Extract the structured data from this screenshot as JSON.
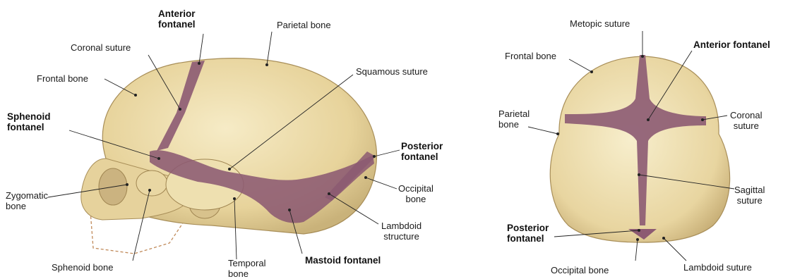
{
  "colors": {
    "bone": "#ead8a4",
    "bone_shadow": "#c9b27a",
    "fontanel": "#8c5a72",
    "leader": "#222222"
  },
  "side_view": {
    "anterior_fontanel": "Anterior\nfontanel",
    "parietal_bone": "Parietal bone",
    "coronal_suture": "Coronal suture",
    "frontal_bone": "Frontal bone",
    "squamous_suture": "Squamous suture",
    "sphenoid_fontanel": "Sphenoid\nfontanel",
    "posterior_fontanel": "Posterior\nfontanel",
    "zygomatic_bone": "Zygomatic\nbone",
    "occipital_bone": "Occipital\nbone",
    "lambdoid_structure": "Lambdoid\nstructure",
    "sphenoid_bone": "Sphenoid bone",
    "temporal_bone": "Temporal\nbone",
    "mastoid_fontanel": "Mastoid fontanel"
  },
  "top_view": {
    "metopic_suture": "Metopic suture",
    "anterior_fontanel": "Anterior fontanel",
    "frontal_bone": "Frontal bone",
    "parietal_bone": "Parietal\nbone",
    "coronal_suture": "Coronal\nsuture",
    "sagittal_suture": "Sagittal\nsuture",
    "posterior_fontanel": "Posterior\nfontanel",
    "occipital_bone": "Occipital bone",
    "lambdoid_suture": "Lambdoid suture"
  }
}
